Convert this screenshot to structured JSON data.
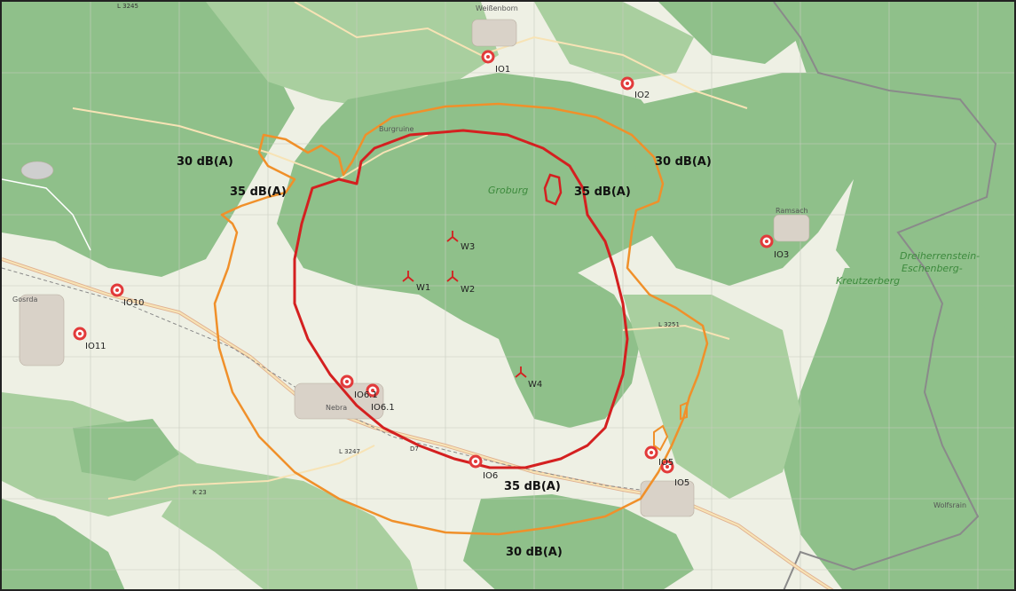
{
  "noise_labels": {
    "nw_30": "30 dB(A)",
    "nw_35": "35 dB(A)",
    "ne_35": "35 dB(A)",
    "ne_30": "30 dB(A)",
    "s_35": "35 dB(A)",
    "s_30": "30 dB(A)"
  },
  "turbines": {
    "w1": "W1",
    "w2": "W2",
    "w3": "W3",
    "w4": "W4"
  },
  "receivers": {
    "io1": "IO1",
    "io2": "IO2",
    "io3": "IO3",
    "io5": "IO5",
    "io6": "IO6",
    "io10": "IO10",
    "io11": "IO11",
    "io6_1": "IO6.1",
    "io6_2": "IO6.1",
    "io5_2": "IO5"
  },
  "map_labels": {
    "groburg": "Groburg",
    "dreiherren": "Dreiherrenstein-",
    "eschenberg": "Eschenberg-",
    "kreutzerberg": "Kreutzerberg",
    "nebra": "Nebra",
    "weissenborn": "Weißenborn",
    "ramsach": "Ramsach",
    "gosrda": "Gosrda",
    "burgruine": "Burgruine",
    "wolfsrain": "Wolfsrain"
  },
  "roads": {
    "l3245": "L 3245",
    "l3247": "L 3247",
    "k23": "K 23",
    "d7": "D7",
    "l3251": "L 3251"
  },
  "colors": {
    "contour_35": "#d42020",
    "contour_30": "#f0902a",
    "forest": "#8fc08a",
    "field": "#eef0e4",
    "marker": "#e23a3a"
  }
}
